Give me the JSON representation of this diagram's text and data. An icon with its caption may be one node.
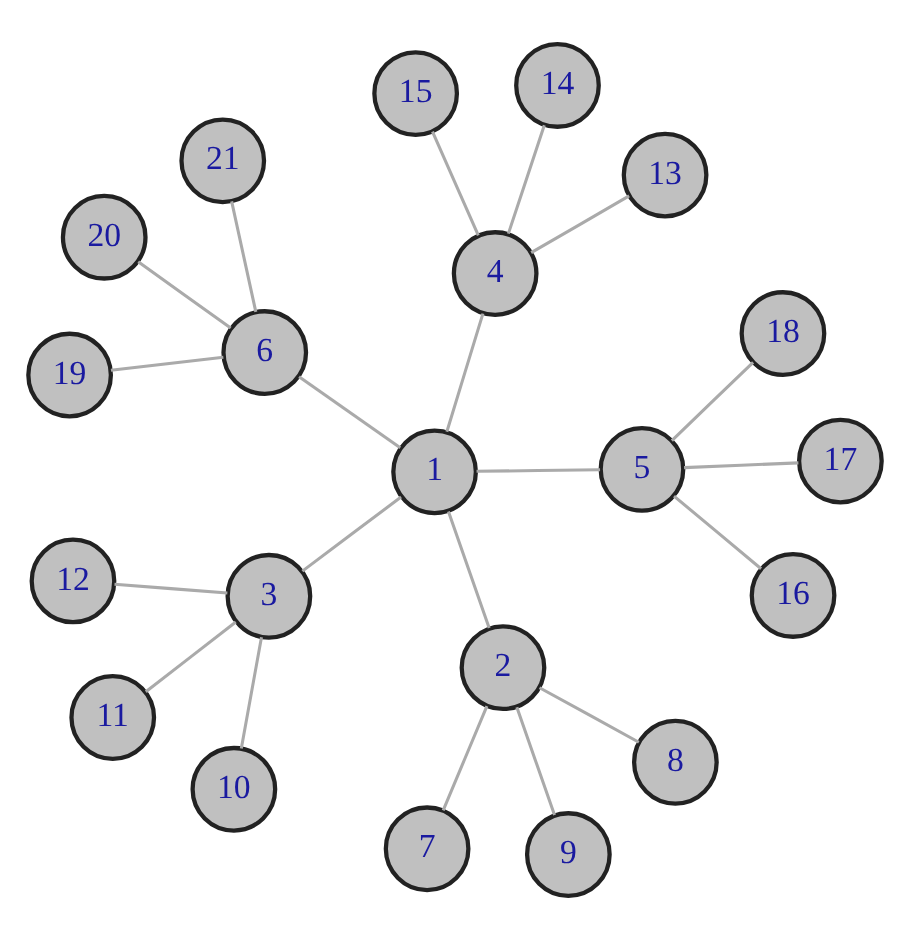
{
  "diagram": {
    "nodes": [
      {
        "text": [
          "1"
        ]
      },
      {
        "text": [
          "2"
        ]
      },
      {
        "text": [
          "3"
        ]
      },
      {
        "text": [
          "4"
        ]
      },
      {
        "text": [
          "5"
        ]
      },
      {
        "text": [
          "6"
        ]
      },
      {
        "text": [
          "7"
        ]
      },
      {
        "text": [
          "8"
        ]
      },
      {
        "text": [
          "9"
        ]
      },
      {
        "text": [
          "10"
        ]
      },
      {
        "text": [
          "11"
        ]
      },
      {
        "text": [
          "12"
        ]
      },
      {
        "text": [
          "13"
        ]
      },
      {
        "text": [
          "14"
        ]
      },
      {
        "text": [
          "15"
        ]
      },
      {
        "text": [
          "16"
        ]
      },
      {
        "text": [
          "17"
        ]
      },
      {
        "text": [
          "18"
        ]
      },
      {
        "text": [
          "19"
        ]
      },
      {
        "text": [
          "20"
        ]
      },
      {
        "text": [
          "21"
        ]
      }
    ],
    "edges": [
      {
        "from": 0,
        "to": 1,
        "arrow": "none"
      },
      {
        "from": 0,
        "to": 2,
        "arrow": "none"
      },
      {
        "from": 0,
        "to": 3,
        "arrow": "none"
      },
      {
        "from": 0,
        "to": 4,
        "arrow": "none"
      },
      {
        "from": 0,
        "to": 5,
        "arrow": "none"
      },
      {
        "from": 1,
        "to": 6,
        "arrow": "none"
      },
      {
        "from": 1,
        "to": 7,
        "arrow": "none"
      },
      {
        "from": 1,
        "to": 8,
        "arrow": "none"
      },
      {
        "from": 2,
        "to": 9,
        "arrow": "none"
      },
      {
        "from": 2,
        "to": 10,
        "arrow": "none"
      },
      {
        "from": 2,
        "to": 11,
        "arrow": "none"
      },
      {
        "from": 3,
        "to": 12,
        "arrow": "none"
      },
      {
        "from": 3,
        "to": 13,
        "arrow": "none"
      },
      {
        "from": 3,
        "to": 14,
        "arrow": "none"
      },
      {
        "from": 4,
        "to": 15,
        "arrow": "none"
      },
      {
        "from": 4,
        "to": 16,
        "arrow": "none"
      },
      {
        "from": 4,
        "to": 17,
        "arrow": "none"
      },
      {
        "from": 5,
        "to": 18,
        "arrow": "none"
      },
      {
        "from": 5,
        "to": 19,
        "arrow": "none"
      },
      {
        "from": 5,
        "to": 20,
        "arrow": "none"
      }
    ]
  }
}
